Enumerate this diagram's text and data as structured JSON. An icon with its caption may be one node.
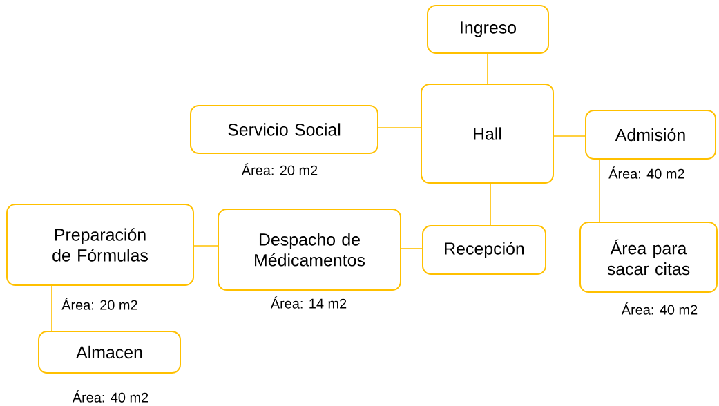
{
  "diagram": {
    "nodes": [
      {
        "text": [
          "Ingreso"
        ]
      },
      {
        "text": [
          "Hall"
        ]
      },
      {
        "text": [
          "Servicio Social"
        ],
        "beside": [
          "Área: 20 m2"
        ]
      },
      {
        "text": [
          "Admisión"
        ],
        "beside": [
          "Área: 40 m2"
        ]
      },
      {
        "text": [
          "Recepción"
        ]
      },
      {
        "text": [
          "Despacho de Médicamentos"
        ],
        "beside": [
          "Área: 14 m2"
        ]
      },
      {
        "text": [
          "Preparación de Fórmulas"
        ],
        "beside": [
          "Área: 20 m2"
        ]
      },
      {
        "text": [
          "Área para sacar citas"
        ],
        "beside": [
          "Área: 40 m2"
        ]
      },
      {
        "text": [
          "Almacen"
        ],
        "beside": [
          "Área: 40 m2"
        ]
      }
    ],
    "edges": [
      {
        "from": 0,
        "to": 1,
        "arrow": "none"
      },
      {
        "from": 2,
        "to": 1,
        "arrow": "none"
      },
      {
        "from": 1,
        "to": 3,
        "arrow": "none"
      },
      {
        "from": 1,
        "to": 4,
        "arrow": "none"
      },
      {
        "from": 4,
        "to": 5,
        "arrow": "none"
      },
      {
        "from": 5,
        "to": 6,
        "arrow": "none"
      },
      {
        "from": 3,
        "to": 7,
        "arrow": "none"
      },
      {
        "from": 6,
        "to": 8,
        "arrow": "none"
      }
    ]
  }
}
